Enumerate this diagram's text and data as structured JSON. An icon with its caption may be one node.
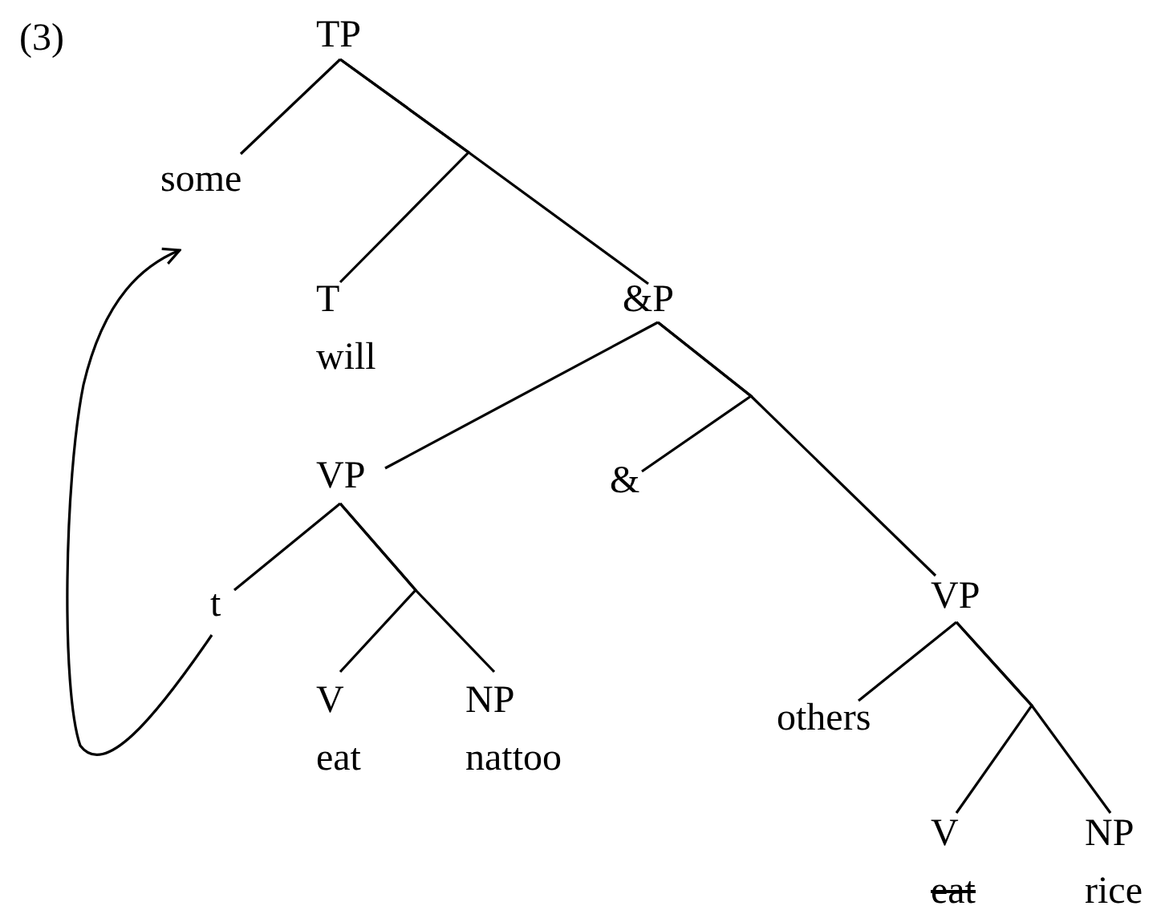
{
  "diagram": {
    "nodes": [
      {
        "text": [
          "TP"
        ]
      },
      {
        "text": [
          "some"
        ]
      },
      {
        "text": [
          "T",
          "will"
        ]
      },
      {
        "text": [
          "&P"
        ]
      },
      {
        "text": [
          "VP"
        ]
      },
      {
        "text": [
          "&"
        ]
      },
      {
        "text": [
          "t"
        ]
      },
      {
        "text": [
          "VP"
        ]
      },
      {
        "text": [
          "V",
          "eat"
        ]
      },
      {
        "text": [
          "NP",
          "nattoo"
        ]
      },
      {
        "text": [
          "others"
        ]
      },
      {
        "text": [
          "V",
          "eat"
        ]
      },
      {
        "text": [
          "NP",
          "rice"
        ]
      }
    ],
    "edges": [
      {
        "from": 0,
        "to": 1,
        "arrow": "none"
      },
      {
        "from": 0,
        "to": 2,
        "arrow": "none"
      },
      {
        "from": 0,
        "to": 3,
        "arrow": "none"
      },
      {
        "from": 3,
        "to": 4,
        "arrow": "none"
      },
      {
        "from": 3,
        "to": 5,
        "arrow": "none"
      },
      {
        "from": 3,
        "to": 7,
        "arrow": "none"
      },
      {
        "from": 4,
        "to": 6,
        "arrow": "none"
      },
      {
        "from": 4,
        "to": 8,
        "arrow": "none"
      },
      {
        "from": 4,
        "to": 9,
        "arrow": "none"
      },
      {
        "from": 7,
        "to": 10,
        "arrow": "none"
      },
      {
        "from": 7,
        "to": 11,
        "arrow": "none"
      },
      {
        "from": 7,
        "to": 12,
        "arrow": "none"
      },
      {
        "from": 6,
        "to": 1,
        "arrow": "to"
      }
    ],
    "labels": [
      "(3)"
    ]
  }
}
